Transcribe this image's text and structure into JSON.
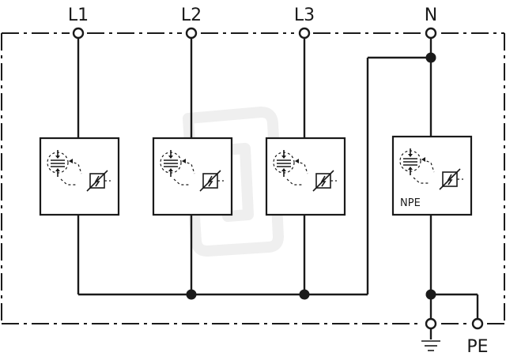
{
  "terminals": {
    "top": [
      "L1",
      "L2",
      "L3",
      "N"
    ],
    "bottom_pe_label": "PE"
  },
  "modules": [
    {
      "id": "L1",
      "text": ""
    },
    {
      "id": "L2",
      "text": ""
    },
    {
      "id": "L3",
      "text": ""
    },
    {
      "id": "N",
      "text": "NPE"
    }
  ],
  "icons": {
    "ground": "ground-icon",
    "module_symbol": "surge-protector-symbol-icon",
    "watermark": "watermark-logo-icon"
  },
  "colors": {
    "line": "#1a1a1a",
    "background": "#ffffff",
    "watermark": "#efefef"
  }
}
